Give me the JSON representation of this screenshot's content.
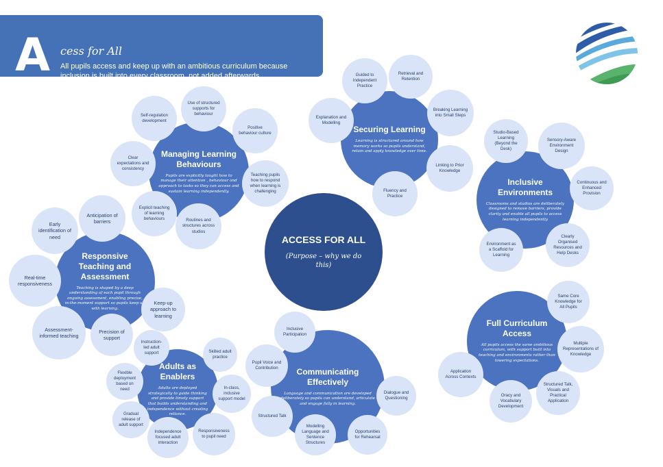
{
  "banner": {
    "letter": "A",
    "title": "cess for All",
    "subtitle": "All pupils access and keep up with an ambitious curriculum because inclusion is built into every classroom, not added afterwards."
  },
  "center": {
    "title": "ACCESS FOR ALL",
    "subtitle": "(Purpose – why we do this)"
  },
  "hubs": {
    "managing": {
      "title": "Managing Learning Behaviours",
      "desc": "Pupils are explicitly taught how to manage their attention , behaviour and approach to tasks so they can access and sustain learning independently.",
      "items": [
        "Self-regulation development",
        "Use of structured supports for behaviour",
        "Positive behaviour culture",
        "Teaching pupils how to respond when learning is challenging",
        "Routines and structures across studios",
        "Explicit teaching of learning behaviours",
        "Clear expectations and consistency"
      ]
    },
    "securing": {
      "title": "Securing Learning",
      "desc": "Learning is structured around how memory works so pupils understand, retain and apply knowledge over time.",
      "items": [
        "Guided to Independent Practice",
        "Retrieval and Retention",
        "Breaking Learning into Small Steps",
        "Linking to Prior Knowledge",
        "Fluency and Practice",
        "Explanation and Modelling"
      ]
    },
    "inclusive": {
      "title": "Inclusive Environments",
      "desc": "Classrooms and studios are deliberately designed to remove barriers, provide clarity and enable all pupils to access learning independently",
      "items": [
        "Studio-Based Learning (Beyond the Desk)",
        "Sensory-Aware Environment Design",
        "Continuous and Enhanced Provision",
        "Clearly Organised Resources and Help Desks",
        "Environment as a Scaffold for Learning"
      ]
    },
    "responsive": {
      "title": "Responsive Teaching and Assessment",
      "desc": "Teaching is shaped by a deep understanding of each pupil through ongoing assessment, enabling precise, in-the-moment support so pupils keep up with learning.",
      "items": [
        "Early identification of need",
        "Anticipation of barriers",
        "Keep-up approach to learning",
        "Precision of support",
        "Assessment-informed teaching",
        "Real-time responsiveness"
      ]
    },
    "adults": {
      "title": "Adults as Enablers",
      "desc": "Adults are deployed strategically to guide thinking and provide timely support that builds understanding and independence without creating reliance.",
      "items": [
        "Instruction-led adult support",
        "Skilled adult practice",
        "In-class, inclusive support model",
        "Responsiveness to pupil need",
        "Independence focused adult interaction",
        "Gradual release of adult support",
        "Flexible deployment based on need"
      ]
    },
    "communicating": {
      "title": "Communicating Effectively",
      "desc": "Language and communication are developed deliberately so pupils can understand, articulate and engage fully in learning.",
      "items": [
        "Inclusive Participation",
        "Dialogue and Questioning",
        "Opportunities for Rehearsal",
        "Modelling Language and Sentence Structures",
        "Structured Talk",
        "Pupil Voice and Contribution"
      ]
    },
    "curriculum": {
      "title": "Full Curriculum Access",
      "desc": "All pupils access the same ambitious curriculum, with support built into teaching and environments rather than lowering expectations.",
      "items": [
        "Same Core Knowledge for All Pupils",
        "Multiple Representations of Knowledge",
        "Structured Talk, Visuals and Practical Application",
        "Oracy and Vocabulary Development",
        "Application Across Contexts"
      ]
    }
  },
  "colors": {
    "banner": "#4571b7",
    "hub": "#4b73bf",
    "center": "#2d4f8d",
    "satellite": "#dae4f8",
    "satellite_text": "#27406d"
  }
}
